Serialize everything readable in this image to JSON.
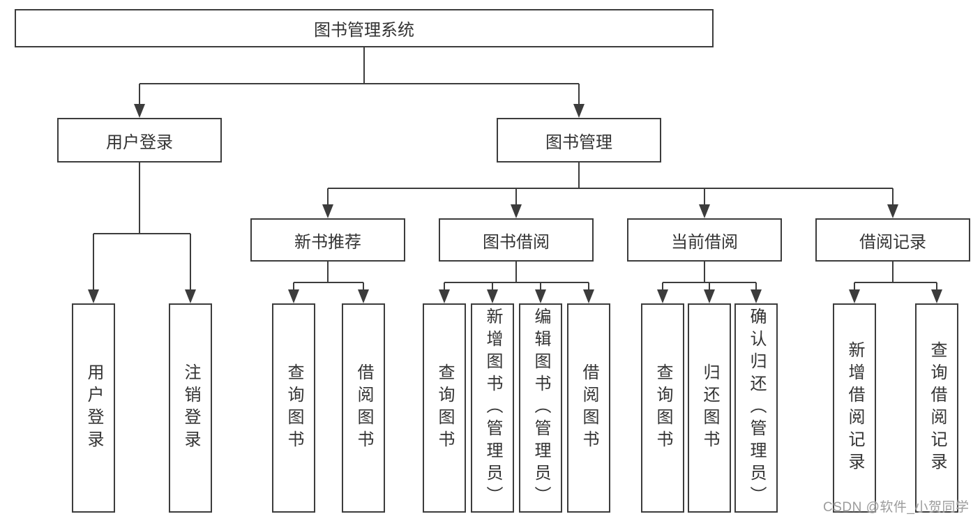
{
  "tree": {
    "root": {
      "label": "图书管理系统"
    },
    "branches": [
      {
        "label": "用户登录",
        "leaves": [
          {
            "label": "用户登录"
          },
          {
            "label": "注销登录"
          }
        ]
      },
      {
        "label": "图书管理",
        "groups": [
          {
            "label": "新书推荐",
            "leaves": [
              {
                "label": "查询图书"
              },
              {
                "label": "借阅图书"
              }
            ]
          },
          {
            "label": "图书借阅",
            "leaves": [
              {
                "label": "查询图书"
              },
              {
                "label": "新增图书（管理员）"
              },
              {
                "label": "编辑图书（管理员）"
              },
              {
                "label": "借阅图书"
              }
            ]
          },
          {
            "label": "当前借阅",
            "leaves": [
              {
                "label": "查询图书"
              },
              {
                "label": "归还图书"
              },
              {
                "label": "确认归还（管理员）"
              }
            ]
          },
          {
            "label": "借阅记录",
            "leaves": [
              {
                "label": "新增借阅记录"
              },
              {
                "label": "查询借阅记录"
              }
            ]
          }
        ]
      }
    ]
  },
  "watermark": {
    "text": "CSDN @软件_小贺同学"
  },
  "colors": {
    "line": "#3c3c3c",
    "text": "#333333",
    "watermark": "#9c9c9c",
    "background": "#ffffff"
  }
}
